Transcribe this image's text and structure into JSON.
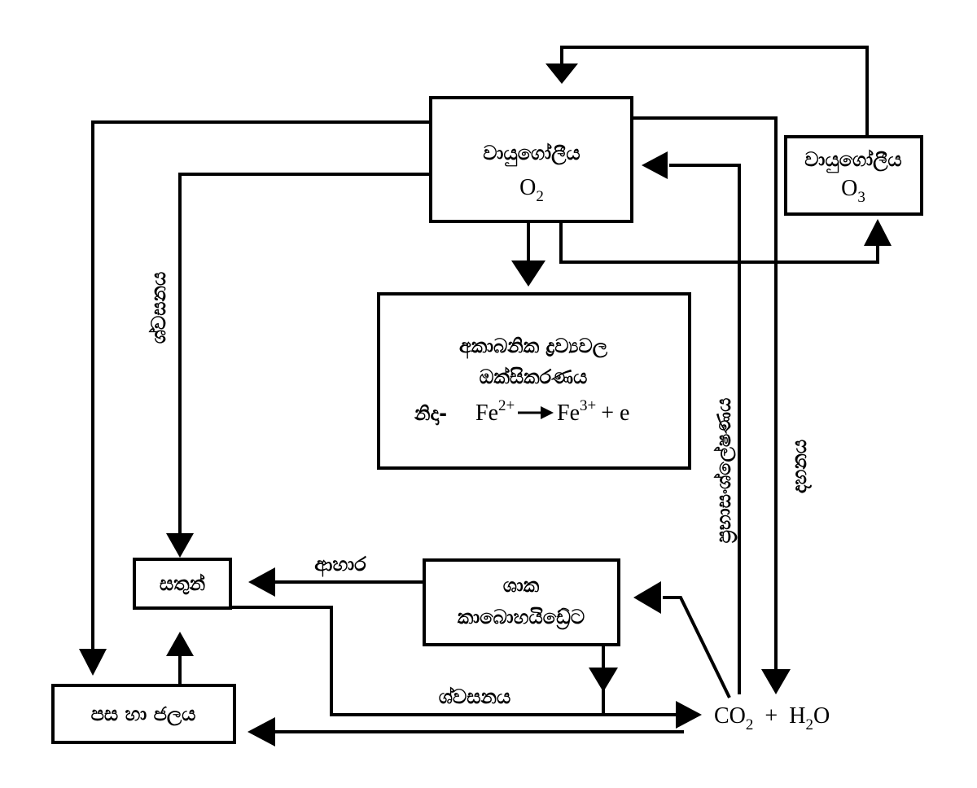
{
  "nodes": {
    "atmosphere_o2": {
      "label": "වායුගෝලීය",
      "formula": "O",
      "formula_sub": "2"
    },
    "atmosphere_o3": {
      "label": "වායුගෝලීය",
      "formula": "O",
      "formula_sub": "3"
    },
    "oxidation": {
      "line1": "අකාබනික ද්‍රව්‍යවල",
      "line2": "ඔක්සිකරණය",
      "example_label": "නිදා-",
      "example_fe": "Fe",
      "example_sup1": "2+",
      "example_fe2": "Fe",
      "example_sup2": "3+",
      "example_tail": "+ e"
    },
    "animals": {
      "label": "සතුන්"
    },
    "plant_carbohydrate": {
      "line1": "ශාක",
      "line2": "කාබොහයිඩ්‍රේට"
    },
    "soil_water": {
      "label": "පස හා ජලය"
    },
    "co2_h2o": {
      "co": "CO",
      "co_sub": "2",
      "plus": "+",
      "h": "H",
      "h_sub": "2",
      "o": "O"
    }
  },
  "edge_labels": {
    "respiration_left": "ශ්වසනය",
    "photosynthesis": "ප්‍රභාසංශ්ලේෂණය",
    "combustion": "දහනය",
    "food": "ආහාර",
    "respiration_bottom": "ශ්වසනය"
  }
}
